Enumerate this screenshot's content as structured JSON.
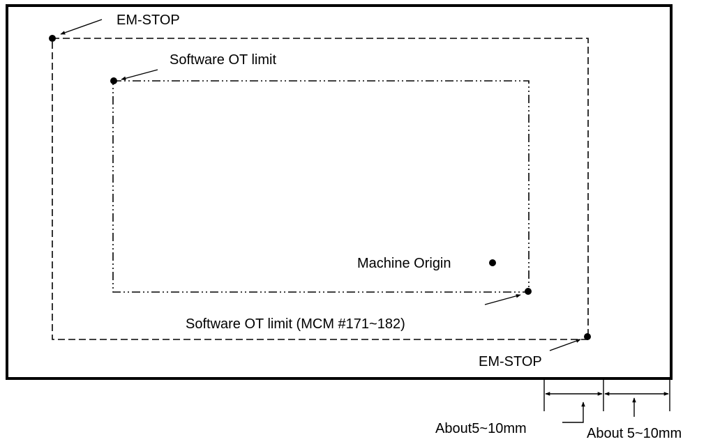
{
  "labels": {
    "em_stop_top": "EM-STOP",
    "software_ot_top": "Software OT limit",
    "machine_origin": "Machine Origin",
    "software_ot_bottom": "Software OT limit (MCM #171~182)",
    "em_stop_bottom": "EM-STOP",
    "dim_left": "About5~10mm",
    "dim_right": "About 5~10mm"
  },
  "colors": {
    "ink": "#000000",
    "background": "#ffffff"
  }
}
